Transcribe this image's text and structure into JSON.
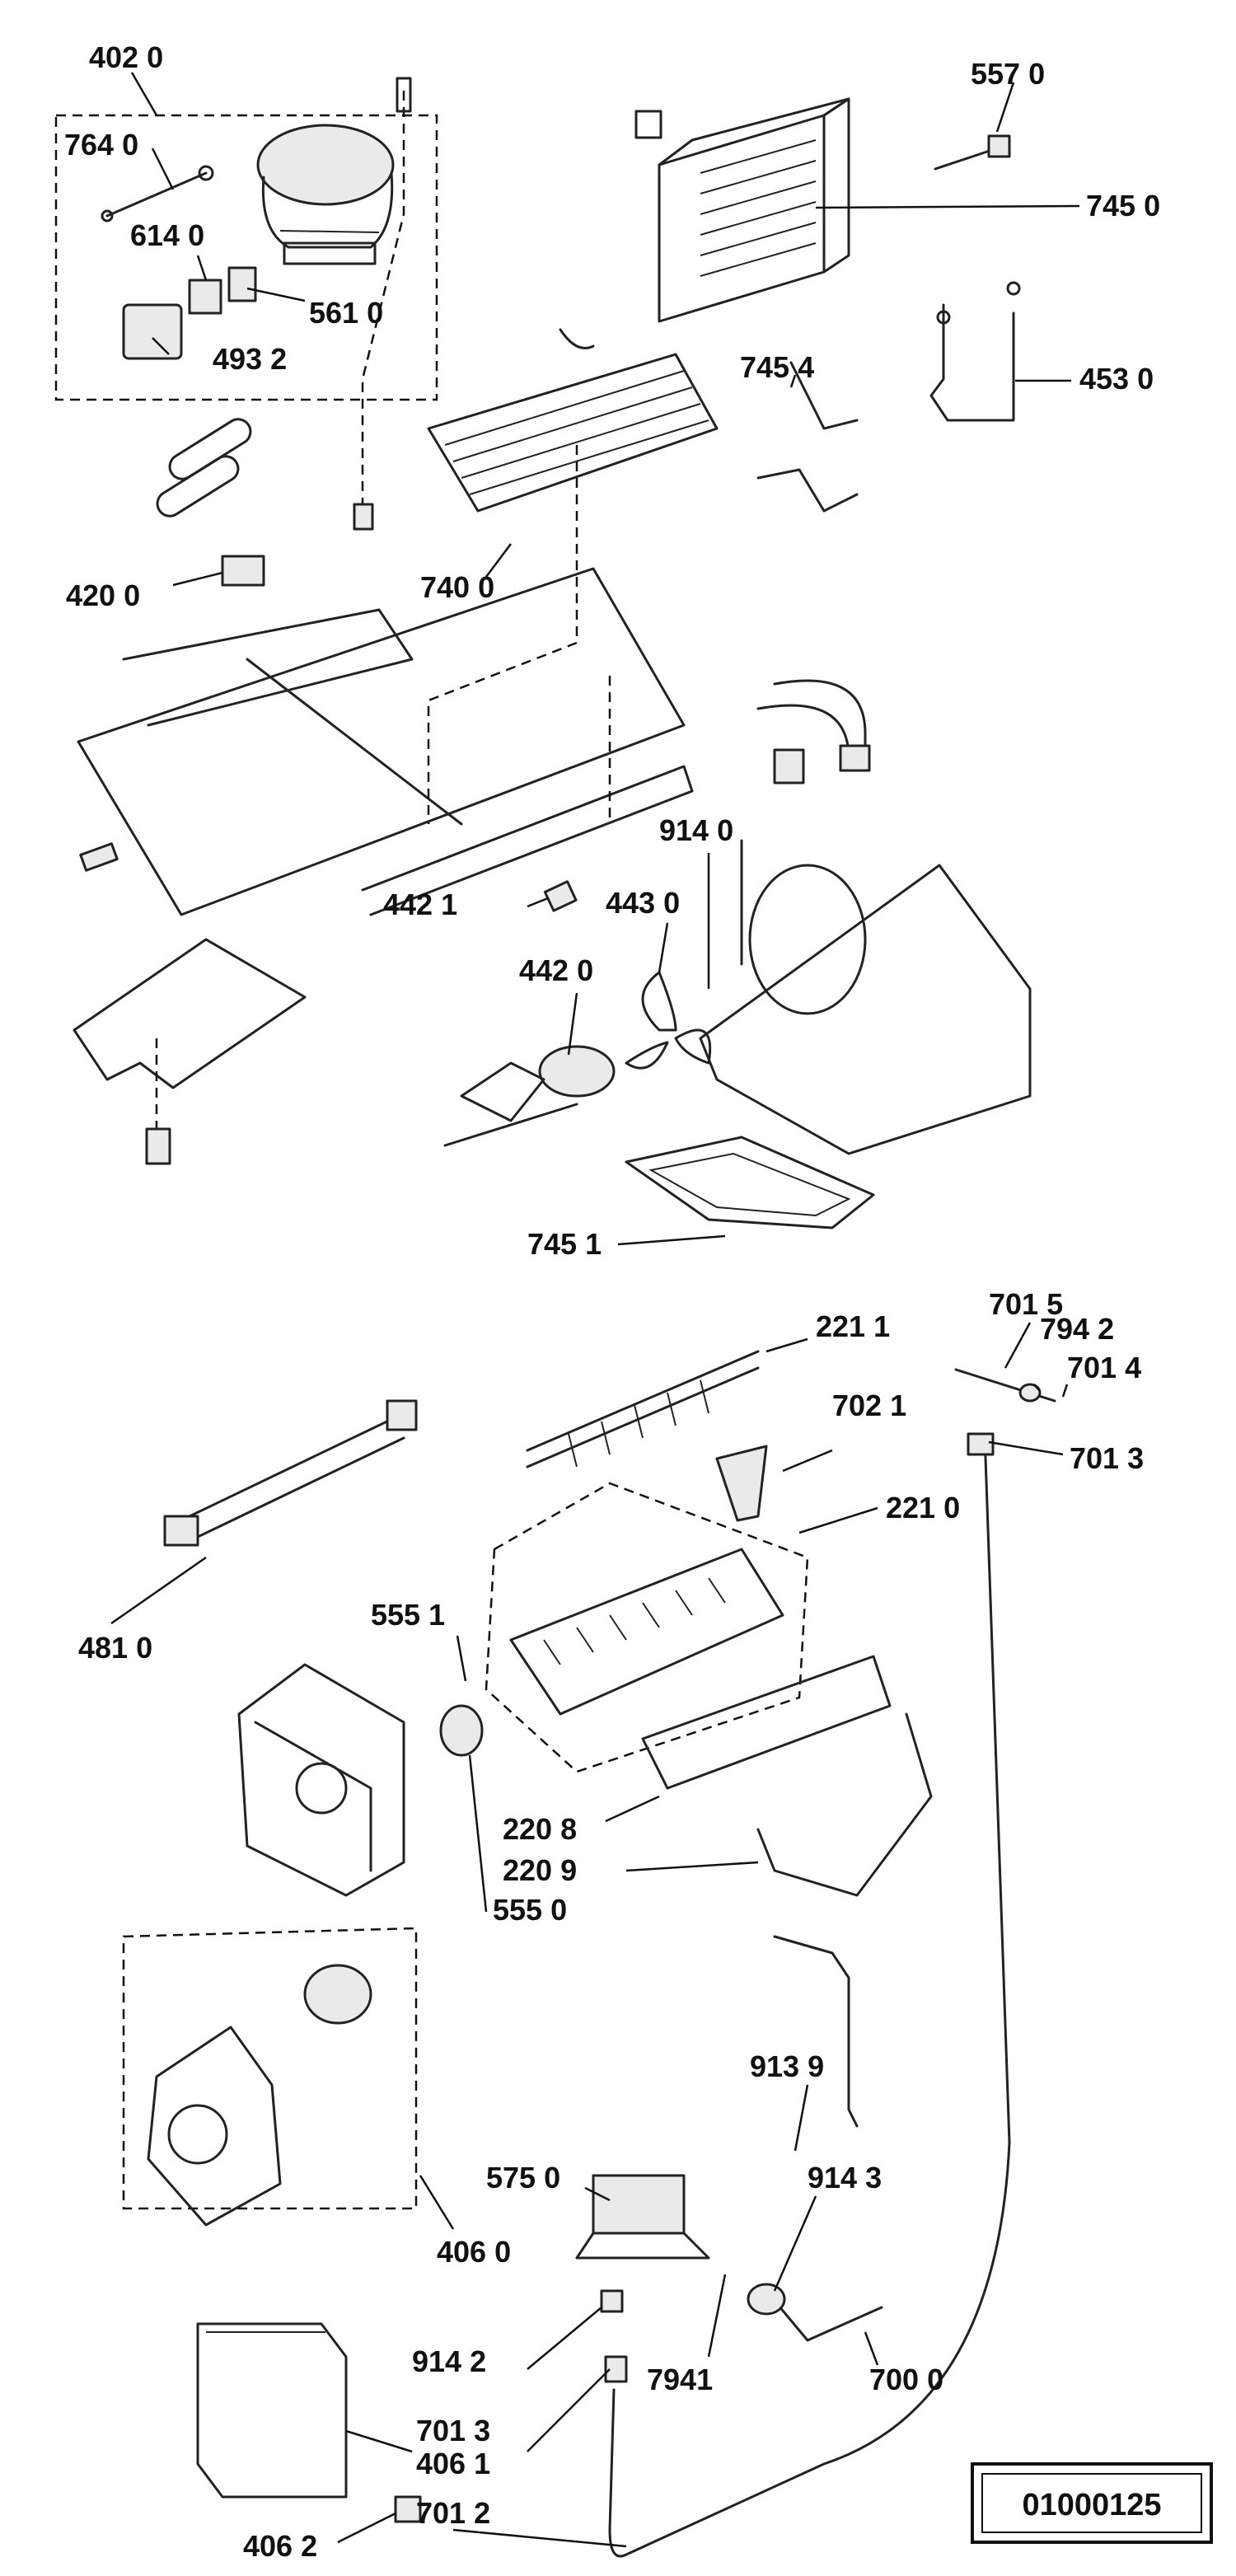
{
  "callouts": [
    {
      "id": "c4020",
      "text": "402 0"
    },
    {
      "id": "c7640",
      "text": "764 0"
    },
    {
      "id": "c6140",
      "text": "614 0"
    },
    {
      "id": "c5610",
      "text": "561 0"
    },
    {
      "id": "c4932",
      "text": "493 2"
    },
    {
      "id": "c5570",
      "text": "557 0"
    },
    {
      "id": "c7450",
      "text": "745 0"
    },
    {
      "id": "c7454",
      "text": "745 4"
    },
    {
      "id": "c4530",
      "text": "453 0"
    },
    {
      "id": "c4200",
      "text": "420 0"
    },
    {
      "id": "c7400",
      "text": "740 0"
    },
    {
      "id": "c9140",
      "text": "914 0"
    },
    {
      "id": "c4430",
      "text": "443 0"
    },
    {
      "id": "c4421",
      "text": "442 1"
    },
    {
      "id": "c4420",
      "text": "442 0"
    },
    {
      "id": "c7451",
      "text": "745 1"
    },
    {
      "id": "c7015",
      "text": "701 5"
    },
    {
      "id": "c2211",
      "text": "221 1"
    },
    {
      "id": "c7942",
      "text": "794 2"
    },
    {
      "id": "c7014",
      "text": "701 4"
    },
    {
      "id": "c7021",
      "text": "702 1"
    },
    {
      "id": "c7013a",
      "text": "701 3"
    },
    {
      "id": "c2210",
      "text": "221 0"
    },
    {
      "id": "c4810",
      "text": "481 0"
    },
    {
      "id": "c5551",
      "text": "555 1"
    },
    {
      "id": "c2208",
      "text": "220 8"
    },
    {
      "id": "c2209",
      "text": "220 9"
    },
    {
      "id": "c5550",
      "text": "555 0"
    },
    {
      "id": "c9139",
      "text": "913 9"
    },
    {
      "id": "c5750",
      "text": "575 0"
    },
    {
      "id": "c9143",
      "text": "914 3"
    },
    {
      "id": "c4060",
      "text": "406 0"
    },
    {
      "id": "c9142",
      "text": "914 2"
    },
    {
      "id": "c7941",
      "text": "7941"
    },
    {
      "id": "c7000",
      "text": "700 0"
    },
    {
      "id": "c7013b",
      "text": "701 3"
    },
    {
      "id": "c4061",
      "text": "406 1"
    },
    {
      "id": "c7012",
      "text": "701 2"
    },
    {
      "id": "c4062",
      "text": "406 2"
    }
  ],
  "document_number": "01000125"
}
